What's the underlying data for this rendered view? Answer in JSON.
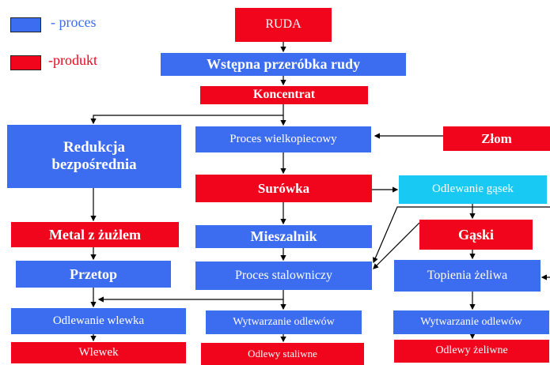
{
  "legend": {
    "process_label": "- proces",
    "product_label": "-produkt",
    "process_color": "#3c6cf0",
    "product_color": "#f0051d"
  },
  "nodes": {
    "ruda": "RUDA",
    "wstepna": "Wstępna przeróbka rudy",
    "koncentrat": "Koncentrat",
    "redukcja": "Redukcja bezpośrednia",
    "wielkopiec": "Proces wielkopiecowy",
    "zlom": "Złom",
    "surowka": "Surówka",
    "odlewanie_gasek": "Odlewanie gąsek",
    "metal": "Metal z żużlem",
    "mieszalnik": "Mieszalnik",
    "gaski": "Gąski",
    "przetop": "Przetop",
    "stalowniczy": "Proces stalowniczy",
    "topienie": "Topienia żeliwa",
    "odl_wlewka": "Odlewanie wlewka",
    "wytw1": "Wytwarzanie odlewów",
    "wytw2": "Wytwarzanie odlewów",
    "wlewek": "Wlewek",
    "odlewy_staliwne": "Odlewy staliwne",
    "odlewy_zeliwne": "Odlewy żeliwne"
  }
}
